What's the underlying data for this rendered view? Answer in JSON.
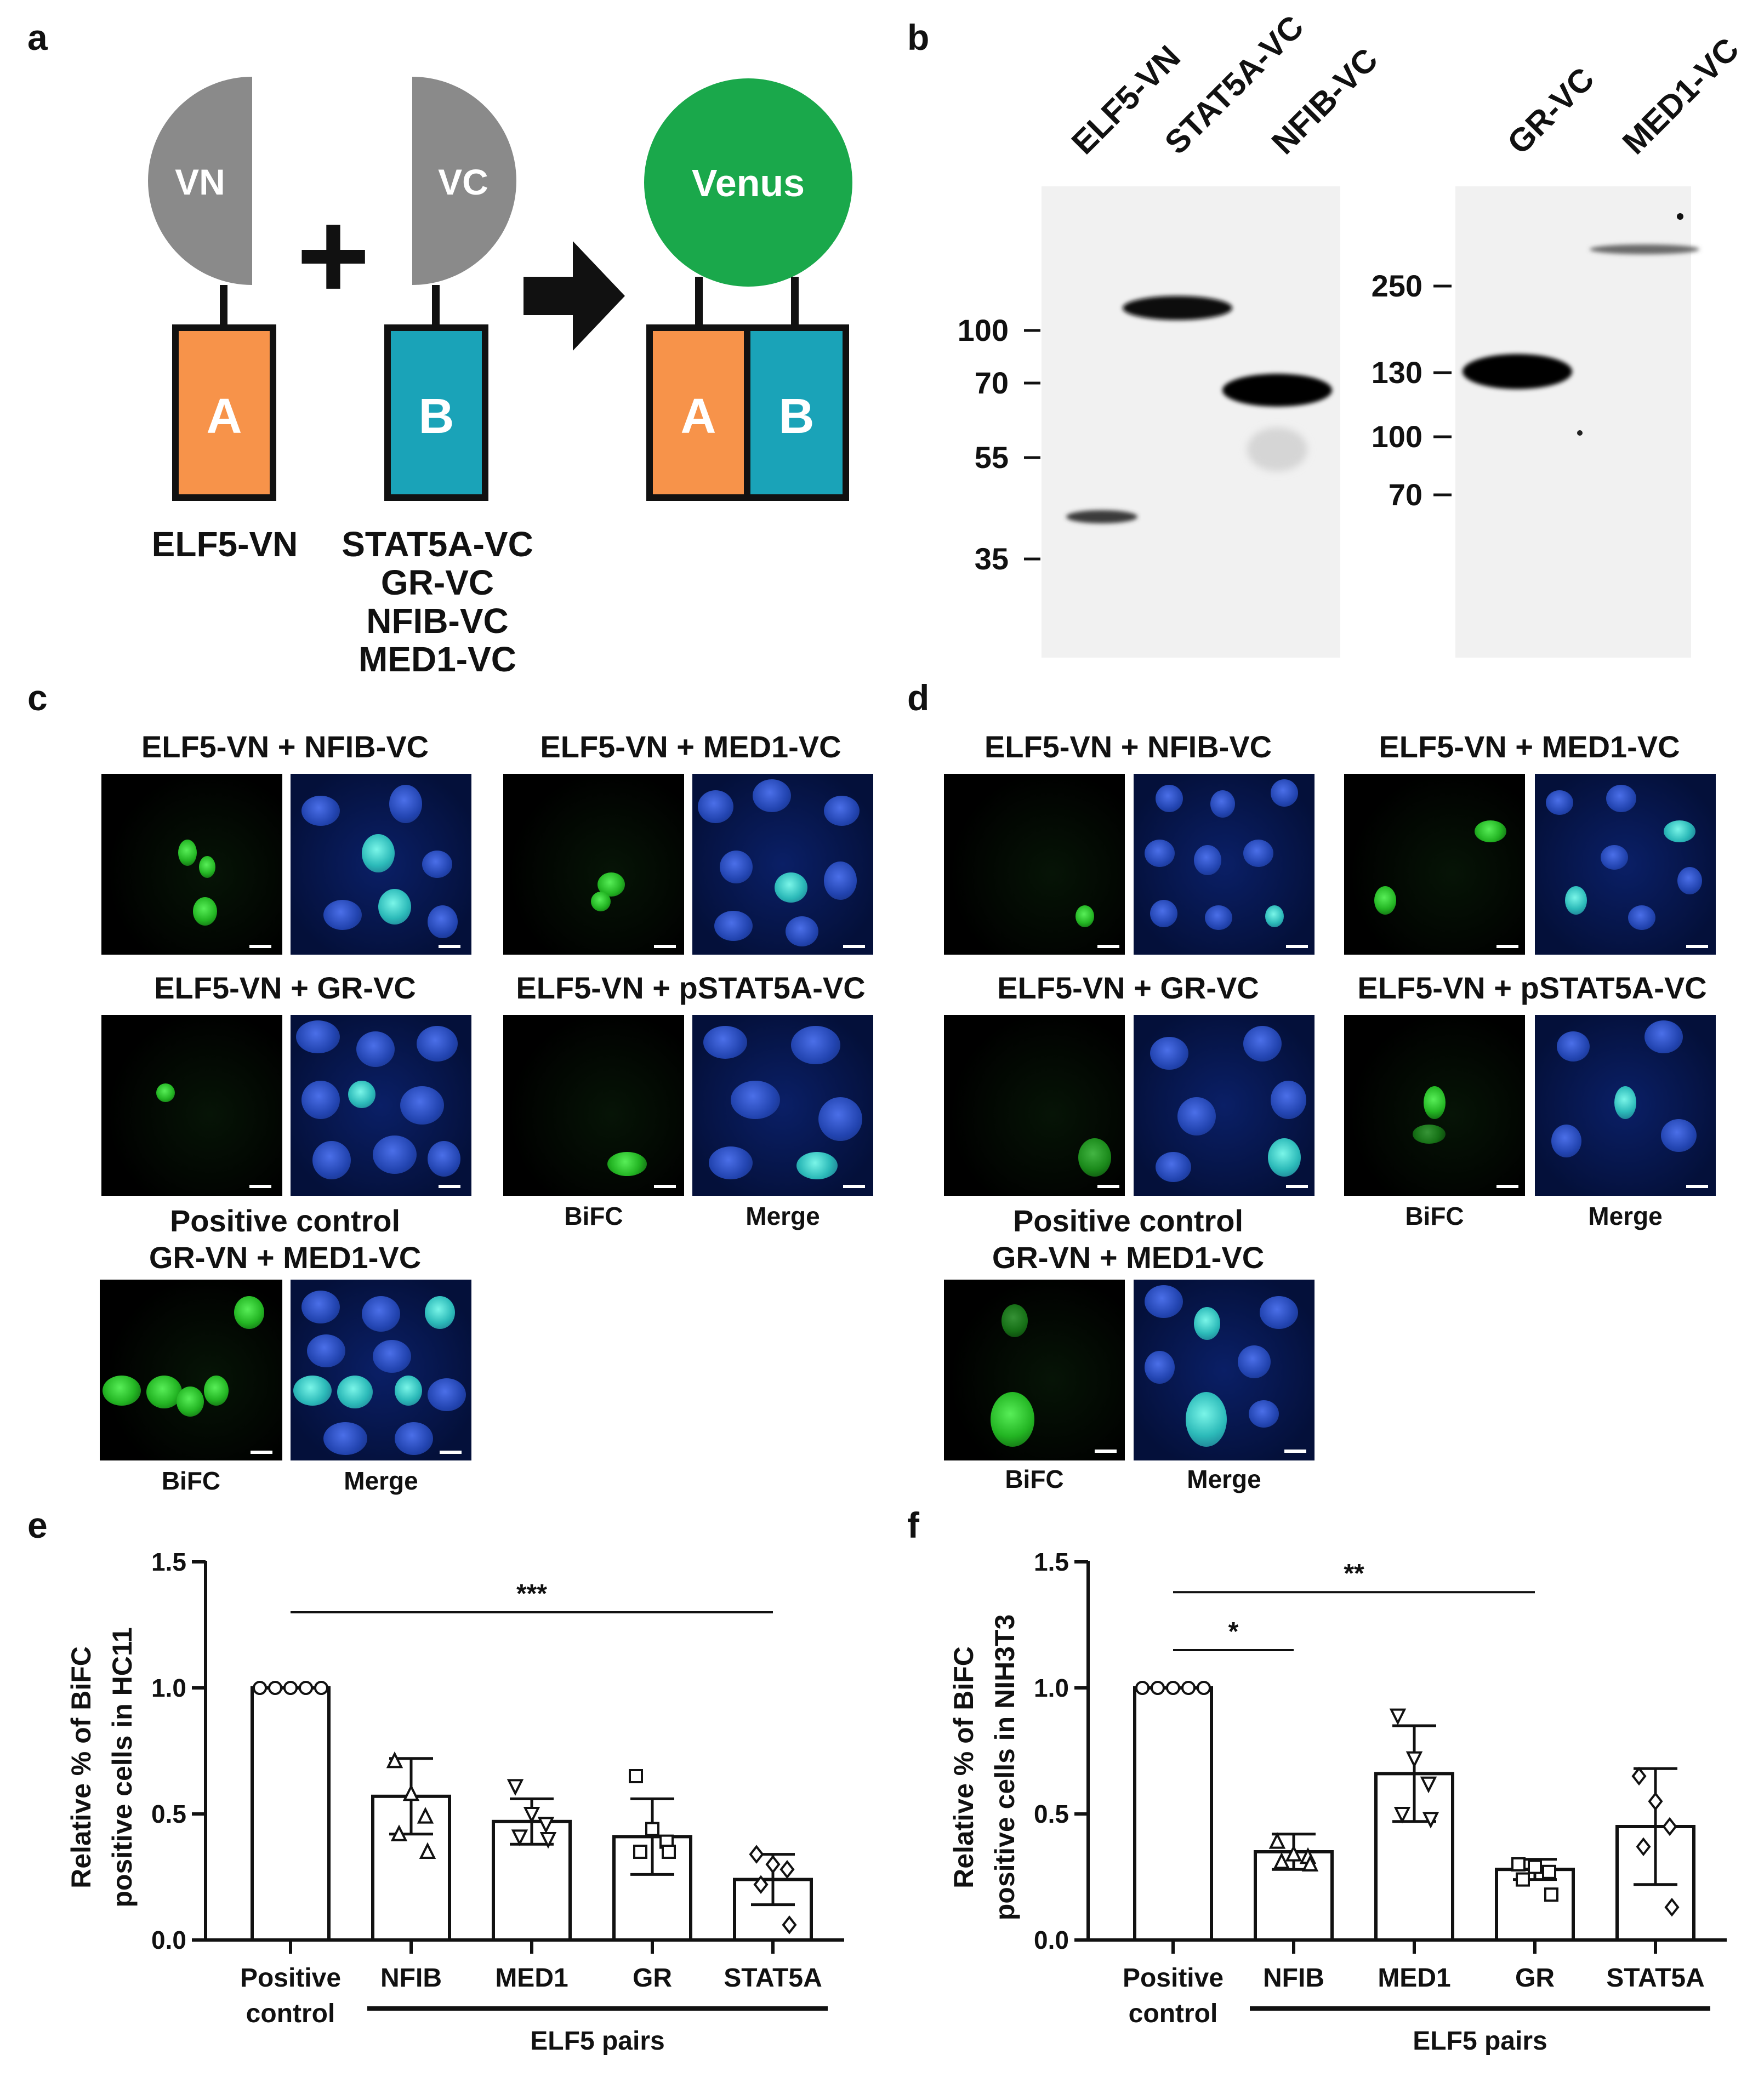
{
  "panel_labels": {
    "a": "a",
    "b": "b",
    "c": "c",
    "d": "d",
    "e": "e",
    "f": "f"
  },
  "schematic": {
    "vn": "VN",
    "vc": "VC",
    "venus": "Venus",
    "a": "A",
    "b": "B",
    "plus": "+",
    "left_label": "ELF5-VN",
    "right_labels": [
      "STAT5A-VC",
      "GR-VC",
      "NFIB-VC",
      "MED1-VC"
    ],
    "colors": {
      "gray": "#8a8a8a",
      "green": "#1aa84b",
      "orange": "#f7934a",
      "teal": "#1aa3b8"
    }
  },
  "western": {
    "lanes_left": [
      "ELF5-VN",
      "STAT5A-VC",
      "NFIB-VC"
    ],
    "lanes_right": [
      "GR-VC",
      "MED1-VC"
    ],
    "markers_left": [
      "100",
      "70",
      "55",
      "35"
    ],
    "markers_right": [
      "250",
      "130",
      "100",
      "70"
    ]
  },
  "microscopy_c": {
    "pairs": [
      "ELF5-VN + NFIB-VC",
      "ELF5-VN + MED1-VC",
      "ELF5-VN + GR-VC",
      "ELF5-VN + pSTAT5A-VC"
    ],
    "pos_title1": "Positive control",
    "pos_title2": "GR-VN + MED1-VC",
    "bifc": "BiFC",
    "merge": "Merge"
  },
  "microscopy_d": {
    "pairs": [
      "ELF5-VN + NFIB-VC",
      "ELF5-VN + MED1-VC",
      "ELF5-VN + GR-VC",
      "ELF5-VN + pSTAT5A-VC"
    ],
    "pos_title1": "Positive control",
    "pos_title2": "GR-VN + MED1-VC",
    "bifc": "BiFC",
    "merge": "Merge"
  },
  "chart_data": [
    {
      "type": "bar",
      "panel": "e",
      "categories": [
        "Positive control",
        "NFIB",
        "MED1",
        "GR",
        "STAT5A"
      ],
      "values": [
        1.0,
        0.57,
        0.47,
        0.41,
        0.24
      ],
      "errors": [
        0.0,
        0.15,
        0.09,
        0.15,
        0.1
      ],
      "points": [
        [
          1.0,
          1.0,
          1.0,
          1.0,
          1.0
        ],
        [
          0.71,
          0.58,
          0.49,
          0.42,
          0.35
        ],
        [
          0.61,
          0.5,
          0.46,
          0.41,
          0.4
        ],
        [
          0.65,
          0.44,
          0.39,
          0.35,
          0.35
        ],
        [
          0.34,
          0.3,
          0.28,
          0.22,
          0.06
        ]
      ],
      "markers": [
        "circle",
        "triangle-up",
        "triangle-down",
        "square",
        "diamond"
      ],
      "ylabel_1": "Relative % of BiFC",
      "ylabel_2": "positive cells in HC11",
      "yticks": [
        "0.0",
        "0.5",
        "1.0",
        "1.5"
      ],
      "ylim": [
        0,
        1.5
      ],
      "group_label": "ELF5 pairs",
      "significance": [
        {
          "from": 0,
          "to": 4,
          "label": "***",
          "y": 1.3
        }
      ]
    },
    {
      "type": "bar",
      "panel": "f",
      "categories": [
        "Positive control",
        "NFIB",
        "MED1",
        "GR",
        "STAT5A"
      ],
      "values": [
        1.0,
        0.35,
        0.66,
        0.28,
        0.45
      ],
      "errors": [
        0.0,
        0.07,
        0.19,
        0.04,
        0.23
      ],
      "points": [
        [
          1.0,
          1.0,
          1.0,
          1.0,
          1.0
        ],
        [
          0.39,
          0.34,
          0.33,
          0.31,
          0.3
        ],
        [
          0.89,
          0.72,
          0.62,
          0.5,
          0.48
        ],
        [
          0.3,
          0.29,
          0.27,
          0.24,
          0.18
        ],
        [
          0.65,
          0.55,
          0.45,
          0.37,
          0.13
        ]
      ],
      "markers": [
        "circle",
        "triangle-up",
        "triangle-down",
        "square",
        "diamond"
      ],
      "ylabel_1": "Relative % of BiFC",
      "ylabel_2": "positive cells in NIH3T3",
      "yticks": [
        "0.0",
        "0.5",
        "1.0",
        "1.5"
      ],
      "ylim": [
        0,
        1.5
      ],
      "group_label": "ELF5 pairs",
      "significance": [
        {
          "from": 0,
          "to": 1,
          "label": "*",
          "y": 1.15
        },
        {
          "from": 0,
          "to": 3,
          "label": "**",
          "y": 1.38
        }
      ]
    }
  ]
}
